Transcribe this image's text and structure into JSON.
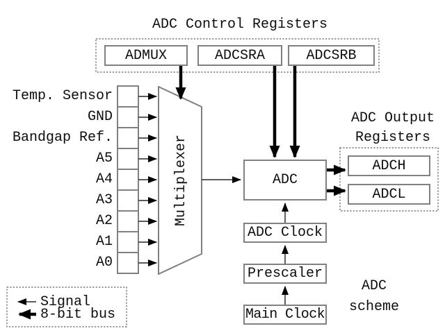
{
  "title": "ADC Control Registers",
  "control_registers": [
    "ADMUX",
    "ADCSRA",
    "ADCSRB"
  ],
  "inputs": [
    "Temp. Sensor",
    "GND",
    "Bandgap Ref.",
    "A5",
    "A4",
    "A3",
    "A2",
    "A1",
    "A0"
  ],
  "multiplexer": "Multiplexer",
  "adc": "ADC",
  "output_title": {
    "line1": "ADC Output",
    "line2": "Registers"
  },
  "output_registers": [
    "ADCH",
    "ADCL"
  ],
  "clock_chain": [
    "ADC Clock",
    "Prescaler",
    "Main Clock"
  ],
  "legend": {
    "signal": "Signal",
    "bus": "8-bit bus"
  },
  "caption": {
    "line1": "ADC",
    "line2": "scheme"
  },
  "colors": {
    "box_border": "#808080",
    "dotted_border": "#8a8a8a",
    "signal_line": "#444444",
    "bus_arrow": "#000000",
    "text": "#0d0d0d",
    "background": "#ffffff"
  }
}
